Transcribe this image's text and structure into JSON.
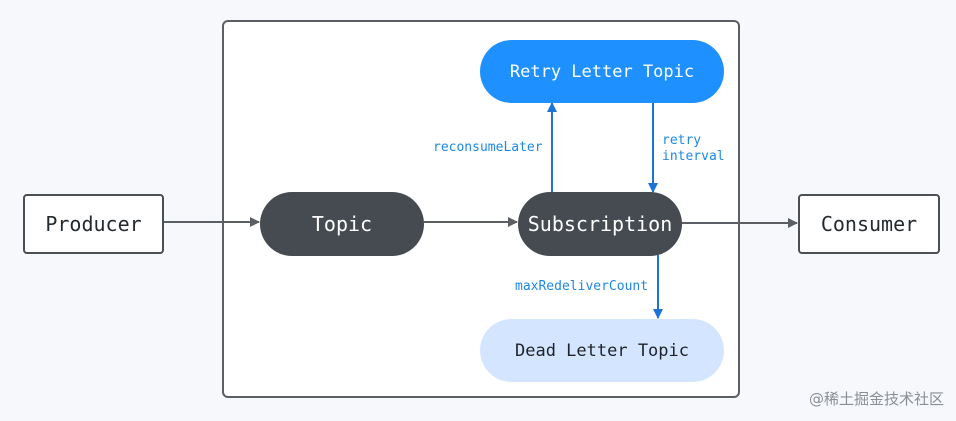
{
  "nodes": {
    "producer": "Producer",
    "topic": "Topic",
    "subscription": "Subscription",
    "consumer": "Consumer",
    "retry_letter_topic": "Retry Letter Topic",
    "dead_letter_topic": "Dead Letter Topic"
  },
  "edge_labels": {
    "reconsume_later": "reconsumeLater",
    "retry_interval": "retry\ninterval",
    "max_redeliver_count": "maxRedeliverCount"
  },
  "watermark": "@稀土掘金技术社区",
  "colors": {
    "dark_node": "#454b50",
    "retry_node": "#1e90ff",
    "dead_letter_node": "#d3e5ff",
    "blue_arrow": "#1e73d8",
    "gray_arrow": "#5b5f63",
    "edge_label": "#1e88e5"
  }
}
